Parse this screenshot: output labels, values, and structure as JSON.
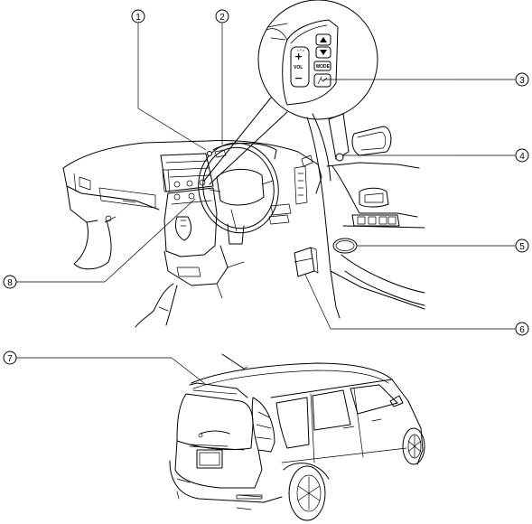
{
  "callouts": [
    {
      "number": "1"
    },
    {
      "number": "2"
    },
    {
      "number": "3"
    },
    {
      "number": "4"
    },
    {
      "number": "5"
    },
    {
      "number": "6"
    },
    {
      "number": "7"
    },
    {
      "number": "8"
    }
  ],
  "switch_panel": {
    "vol_plus": "+",
    "vol_label": "VOL",
    "vol_minus": "−",
    "mode_label": "MODE"
  }
}
